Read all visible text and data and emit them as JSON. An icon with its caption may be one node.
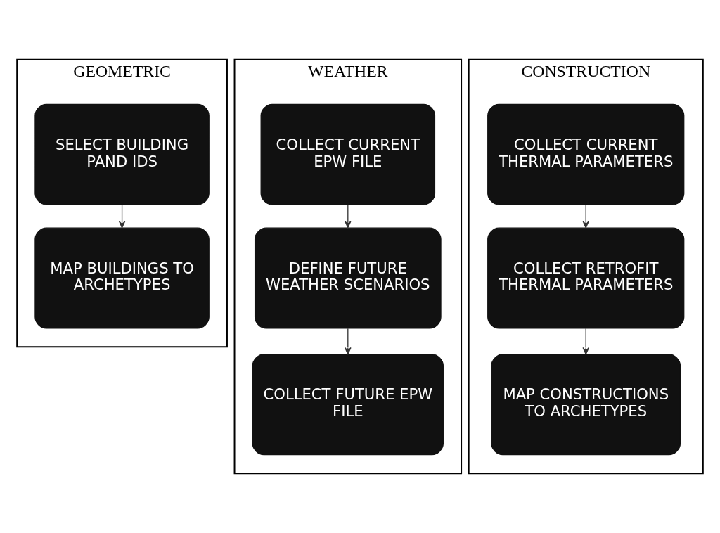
{
  "diagram": {
    "nodes": [
      {
        "text": [
          "GEOMETRIC"
        ]
      },
      {
        "text": [
          "SELECT BUILDING PAND IDS"
        ],
        "in": 0
      },
      {
        "text": [
          "MAP BUILDINGS TO ARCHETYPES"
        ],
        "in": 0
      },
      {
        "text": [
          "WEATHER"
        ]
      },
      {
        "text": [
          "COLLECT CURRENT EPW FILE"
        ],
        "in": 3
      },
      {
        "text": [
          "DEFINE FUTURE WEATHER SCENARIOS"
        ],
        "in": 3
      },
      {
        "text": [
          "COLLECT FUTURE EPW FILE"
        ],
        "in": 3
      },
      {
        "text": [
          "CONSTRUCTION"
        ]
      },
      {
        "text": [
          "COLLECT CURRENT THERMAL PARAMETERS"
        ],
        "in": 7
      },
      {
        "text": [
          "COLLECT RETROFIT THERMAL PARAMETERS"
        ],
        "in": 7
      },
      {
        "text": [
          "MAP CONSTRUCTIONS TO ARCHETYPES"
        ],
        "in": 7
      }
    ],
    "edges": [
      {
        "from": 1,
        "to": 2,
        "arrow": "to"
      },
      {
        "from": 4,
        "to": 5,
        "arrow": "to"
      },
      {
        "from": 5,
        "to": 6,
        "arrow": "to"
      },
      {
        "from": 8,
        "to": 9,
        "arrow": "to"
      },
      {
        "from": 9,
        "to": 10,
        "arrow": "to"
      }
    ]
  }
}
